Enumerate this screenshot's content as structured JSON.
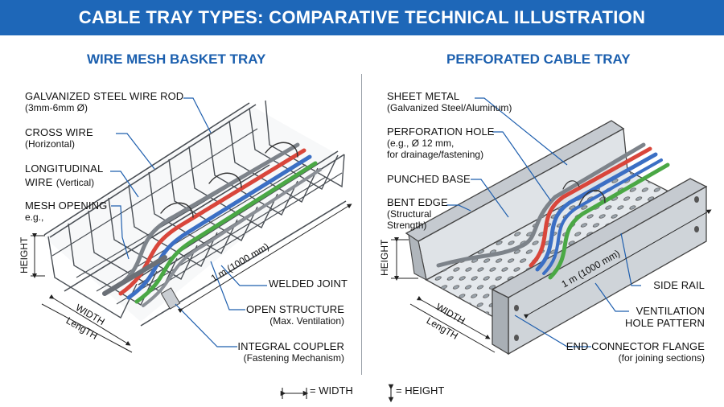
{
  "title": "CABLE TRAY TYPES: COMPARATIVE TECHNICAL ILLUSTRATION",
  "left": {
    "heading": "WIRE MESH BASKET TRAY",
    "labels": {
      "rod_title": "GALVANIZED STEEL WIRE ROD",
      "rod_sub": "(3mm-6mm Ø)",
      "cross_title": "CROSS WIRE",
      "cross_sub": "(Horizontal)",
      "long_title": "LONGITUDINAL",
      "long_title2": "WIRE",
      "long_sub": "(Vertical)",
      "mesh_title": "MESH OPENING",
      "mesh_sub": "e.g.,",
      "welded": "WELDED JOINT",
      "open_title": "OPEN STRUCTURE",
      "open_sub": "(Max. Ventilation)",
      "coupler_title": "INTEGRAL COUPLER",
      "coupler_sub": "(Fastening Mechanism)"
    },
    "dims": {
      "height": "HEIGHT",
      "width": "WIDTH",
      "length": "LengTH",
      "meter": "1 m (1000 mm)"
    }
  },
  "right": {
    "heading": "PERFORATED CABLE TRAY",
    "labels": {
      "sheet_title": "SHEET METAL",
      "sheet_sub": "(Galvanized Steel/Aluminum)",
      "perf_title": "PERFORATION HOLE",
      "perf_sub1": "(e.g., Ø 12 mm,",
      "perf_sub2": "for drainage/fastening)",
      "punched": "PUNCHED BASE",
      "bent_title": "BENT EDGE",
      "bent_sub1": "(Structural",
      "bent_sub2": "Strength)",
      "side_rail": "SIDE RAIL",
      "vent1": "VENTILATION",
      "vent2": "HOLE PATTERN",
      "end_title": "END CONNECTOR FLANGE",
      "end_sub": "(for joining sections)"
    },
    "dims": {
      "height": "HEIGHT",
      "width": "WIDTH",
      "length": "LengTH",
      "meter": "1 m (1000 mm)"
    }
  },
  "legend": {
    "width": "= WIDTH",
    "height": "= HEIGHT"
  },
  "colors": {
    "banner": "#1e67b8",
    "heading": "#1b5fae",
    "leader": "#1f5fae",
    "cable_red": "#d9463b",
    "cable_blue": "#3b6fc4",
    "cable_green": "#4aa845",
    "cable_gray": "#8a8f96"
  }
}
